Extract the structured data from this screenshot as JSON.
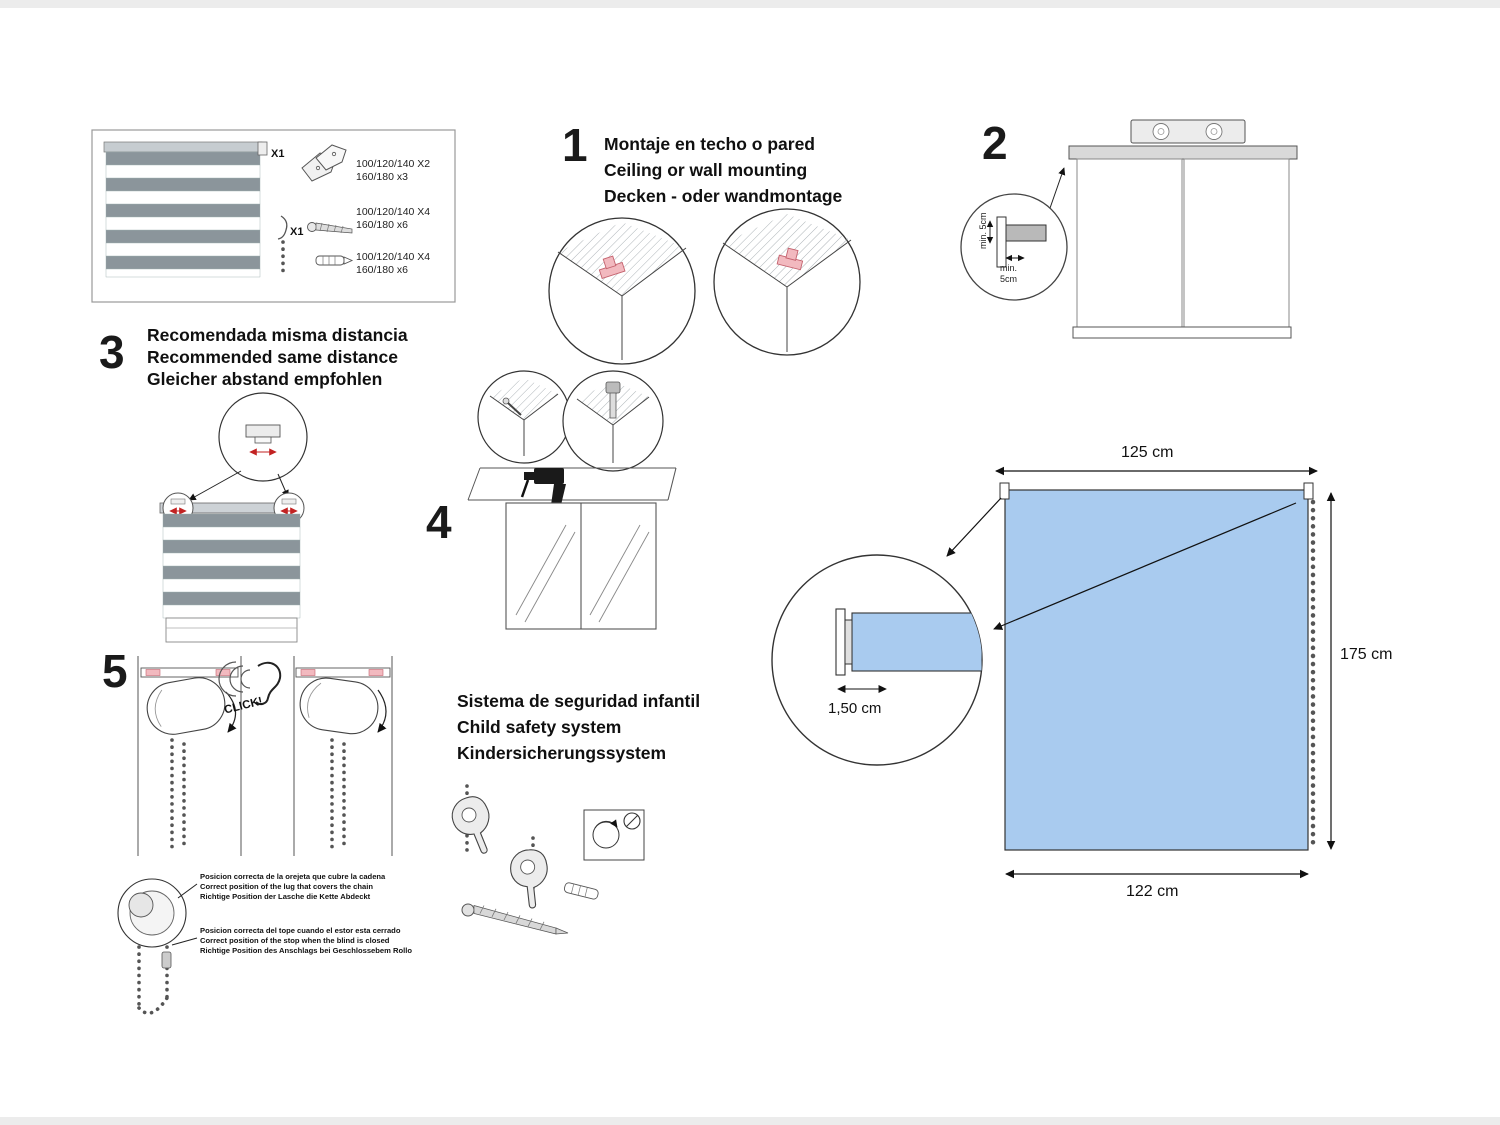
{
  "steps": {
    "s1": {
      "num": "1",
      "l1": "Montaje en techo o pared",
      "l2": "Ceiling or wall mounting",
      "l3": "Decken - oder wandmontage"
    },
    "s2": {
      "num": "2"
    },
    "s3": {
      "num": "3",
      "l1": "Recomendada misma distancia",
      "l2": "Recommended same distance",
      "l3": "Gleicher abstand empfohlen"
    },
    "s4": {
      "num": "4"
    },
    "s5": {
      "num": "5",
      "click": "CLICK!"
    }
  },
  "parts_box": {
    "blind_qty": "X1",
    "side_qty": "X1",
    "bracket_l1": "100/120/140 X2",
    "bracket_l2": "160/180 x3",
    "screws_l1": "100/120/140 X4",
    "screws_l2": "160/180 x6",
    "plugs_l1": "100/120/140 X4",
    "plugs_l2": "160/180 x6"
  },
  "step2_labels": {
    "min_vertical": "min. 5cm",
    "min_horizontal": "min. 5cm"
  },
  "child_safety": {
    "l1": "Sistema de seguridad infantil",
    "l2": "Child safety system",
    "l3": "Kindersicherungssystem"
  },
  "chain_notes": {
    "n1l1": "Posicion correcta de la orejeta que cubre la cadena",
    "n1l2": "Correct position of the lug that covers the chain",
    "n1l3": "Richtige Position der Lasche die Kette Abdeckt",
    "n2l1": "Posicion correcta del tope cuando el estor esta cerrado",
    "n2l2": "Correct position of the stop when the blind is closed",
    "n2l3": "Richtige Position des Anschlags bei Geschlossebem Rollo"
  },
  "dimensions": {
    "top": "125 cm",
    "right": "175 cm",
    "bottom": "122 cm",
    "bracket": "1,50 cm"
  },
  "colors": {
    "blind_blue": "#a9cbef",
    "accent_pink": "#f2b9bf",
    "stripe_gray": "#8b959b",
    "mark_red": "#c22222"
  }
}
